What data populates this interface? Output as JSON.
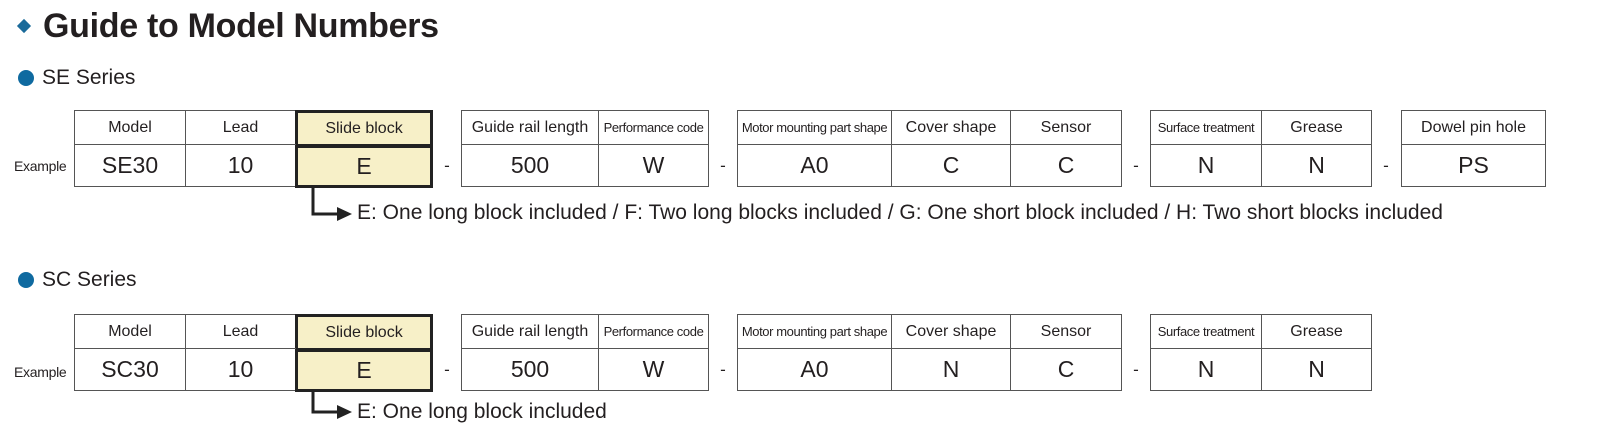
{
  "title": "Guide to Model Numbers",
  "example_label": "Example",
  "separator": "-",
  "se": {
    "name": "SE Series",
    "headers": {
      "model": "Model",
      "lead": "Lead",
      "slide_block": "Slide block",
      "guide_rail_length": "Guide rail length",
      "performance_code": "Performance code",
      "motor_mounting": "Motor mounting part shape",
      "cover_shape": "Cover shape",
      "sensor": "Sensor",
      "surface_treatment": "Surface treatment",
      "grease": "Grease",
      "dowel_pin_hole": "Dowel pin hole"
    },
    "values": {
      "model": "SE30",
      "lead": "10",
      "slide_block": "E",
      "guide_rail_length": "500",
      "performance_code": "W",
      "motor_mounting": "A0",
      "cover_shape": "C",
      "sensor": "C",
      "surface_treatment": "N",
      "grease": "N",
      "dowel_pin_hole": "PS"
    },
    "note": "E: One long block included / F: Two long blocks included / G: One short block included / H: Two short blocks included"
  },
  "sc": {
    "name": "SC Series",
    "headers": {
      "model": "Model",
      "lead": "Lead",
      "slide_block": "Slide block",
      "guide_rail_length": "Guide rail length",
      "performance_code": "Performance code",
      "motor_mounting": "Motor mounting part shape",
      "cover_shape": "Cover shape",
      "sensor": "Sensor",
      "surface_treatment": "Surface treatment",
      "grease": "Grease"
    },
    "values": {
      "model": "SC30",
      "lead": "10",
      "slide_block": "E",
      "guide_rail_length": "500",
      "performance_code": "W",
      "motor_mounting": "A0",
      "cover_shape": "N",
      "sensor": "C",
      "surface_treatment": "N",
      "grease": "N"
    },
    "note": "E: One long block included"
  },
  "colors": {
    "accent_blue": "#0f6aa0",
    "highlight_fill": "#f7f0c8",
    "text": "#231f20"
  }
}
